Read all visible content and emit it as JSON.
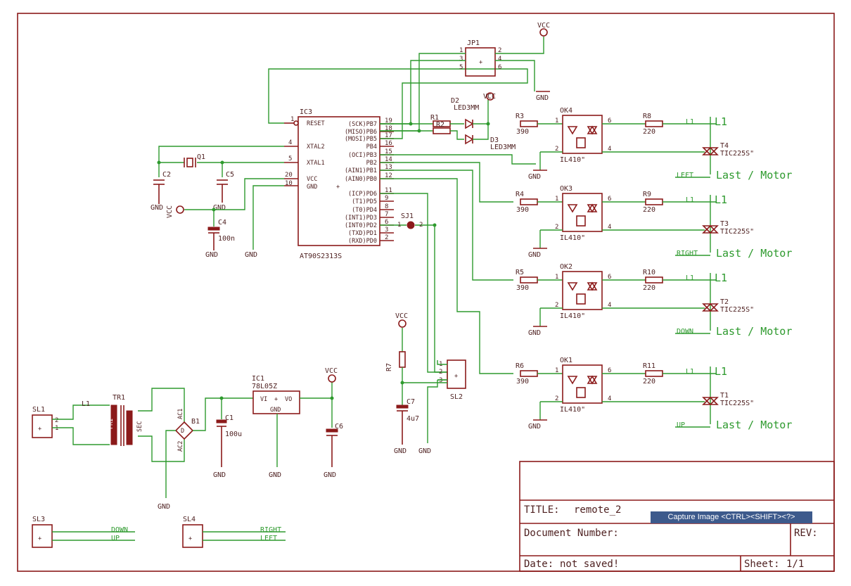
{
  "ic3": {
    "name": "IC3",
    "part": "AT90S2313S",
    "left_pins": [
      {
        "num": "1",
        "name": "RESET"
      },
      {
        "num": "4",
        "name": "XTAL2"
      },
      {
        "num": "5",
        "name": "XTAL1"
      },
      {
        "num": "20",
        "name": "VCC"
      },
      {
        "num": "10",
        "name": "GND"
      }
    ],
    "right_pins": [
      {
        "num": "19",
        "name": "(SCK)PB7"
      },
      {
        "num": "18",
        "name": "(MISO)PB6"
      },
      {
        "num": "17",
        "name": "(MOSI)PB5"
      },
      {
        "num": "16",
        "name": "PB4"
      },
      {
        "num": "15",
        "name": "(OCI)PB3"
      },
      {
        "num": "14",
        "name": "PB2"
      },
      {
        "num": "13",
        "name": "(AIN1)PB1"
      },
      {
        "num": "12",
        "name": "(AIN0)PB0"
      },
      {
        "num": "11",
        "name": "(ICP)PD6"
      },
      {
        "num": "9",
        "name": "(T1)PD5"
      },
      {
        "num": "8",
        "name": "(T0)PD4"
      },
      {
        "num": "7",
        "name": "(INT1)PD3"
      },
      {
        "num": "6",
        "name": "(INT0)PD2"
      },
      {
        "num": "3",
        "name": "(TXD)PD1"
      },
      {
        "num": "2",
        "name": "(RXD)PD0"
      }
    ]
  },
  "jp1": {
    "name": "JP1",
    "pins": [
      "1",
      "2",
      "3",
      "4",
      "5",
      "6"
    ]
  },
  "vcc_label": "VCC",
  "gnd_label": "GND",
  "q1": "Q1",
  "c2": "C2",
  "c5": "C5",
  "c4": "C4",
  "c4_value": "100n",
  "r1": "R1",
  "r2": "R2",
  "d2": "D2",
  "d2_part": "LED3MM",
  "d3": "D3",
  "d3_part": "LED3MM",
  "sj1": "SJ1",
  "sj1_pin1": "1",
  "sj1_pin2": "2",
  "sl2": "SL2",
  "sl2_pins": [
    "1",
    "2",
    "3"
  ],
  "r7": "R7",
  "c7": "C7",
  "c7_value": "4u7",
  "pin_1": "1",
  "pin_2": "2",
  "pin_4": "4",
  "pin_6": "6",
  "channels": [
    {
      "ok": "OK4",
      "rin": "R3",
      "rin_val": "390",
      "rout": "R8",
      "rout_val": "220",
      "triac": "T4",
      "triac_part": "TIC225S\"",
      "opto": "IL410\"",
      "dir": "LEFT",
      "load": "Last / Motor",
      "l1": "L1",
      "l1b": "L1"
    },
    {
      "ok": "OK3",
      "rin": "R4",
      "rin_val": "390",
      "rout": "R9",
      "rout_val": "220",
      "triac": "T3",
      "triac_part": "TIC225S\"",
      "opto": "IL410\"",
      "dir": "RIGHT",
      "load": "Last / Motor",
      "l1": "L1",
      "l1b": "L1"
    },
    {
      "ok": "OK2",
      "rin": "R5",
      "rin_val": "390",
      "rout": "R10",
      "rout_val": "220",
      "triac": "T2",
      "triac_part": "TIC225S\"",
      "opto": "IL410\"",
      "dir": "DOWN",
      "load": "Last / Motor",
      "l1": "L1",
      "l1b": "L1"
    },
    {
      "ok": "OK1",
      "rin": "R6",
      "rin_val": "390",
      "rout": "R11",
      "rout_val": "220",
      "triac": "T1",
      "triac_part": "TIC225S\"",
      "opto": "IL410\"",
      "dir": "UP",
      "load": "Last / Motor",
      "l1": "L1",
      "l1b": "L1"
    }
  ],
  "sl1": "SL1",
  "tr1": "TR1",
  "tr1_pri": "PRI",
  "tr1_sec": "SEC",
  "tr1_l1": "L1",
  "b1": "B1",
  "b1_ac1": "AC1",
  "b1_ac2": "AC2",
  "c1": "C1",
  "c1_value": "100u",
  "ic1": "IC1",
  "ic1_part": "78L05Z",
  "ic1_vi": "VI",
  "ic1_vo": "VO",
  "ic1_gnd": "GND",
  "c6": "C6",
  "sl3": "SL3",
  "sl3_lines": [
    "DOWN",
    "UP"
  ],
  "sl4": "SL4",
  "sl4_lines": [
    "RIGHT",
    "LEFT"
  ],
  "titleblock": {
    "title_label": "TITLE:",
    "title": "remote_2",
    "docnum_label": "Document Number:",
    "rev_label": "REV:",
    "date_label": "Date:",
    "date_value": "not saved!",
    "sheet_label": "Sheet:",
    "sheet_value": "1/1"
  },
  "tooltip": "Capture Image  <CTRL><SHIFT><?>",
  "colors": {
    "symbol": "#8b1a1a",
    "wire": "#2e9a2e",
    "text": "#4d1f1f",
    "tooltip_bg": "#3d5a8c"
  }
}
